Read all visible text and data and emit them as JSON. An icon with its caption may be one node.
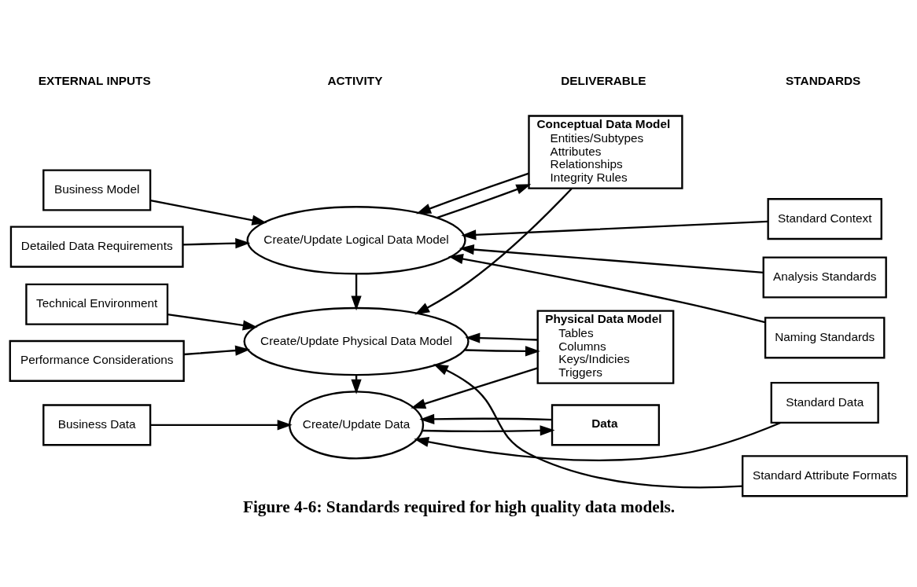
{
  "diagram": {
    "caption": "Figure 4-6: Standards required for high quality data models.",
    "nodes": [
      {
        "text": [
          "Business Model"
        ]
      },
      {
        "text": [
          "Detailed Data Requirements"
        ]
      },
      {
        "text": [
          "Technical Environment"
        ]
      },
      {
        "text": [
          "Performance Considerations"
        ]
      },
      {
        "text": [
          "Business Data"
        ]
      },
      {
        "text": [
          "Create/Update Logical Data Model"
        ]
      },
      {
        "text": [
          "Create/Update Physical Data Model"
        ]
      },
      {
        "text": [
          "Create/Update Data"
        ]
      },
      {
        "text": [
          "Conceptual Data Model",
          "Entities/Subtypes",
          "Attributes",
          "Relationships",
          "Integrity Rules"
        ]
      },
      {
        "text": [
          "Physical Data Model",
          "Tables",
          "Columns",
          "Keys/Indicies",
          "Triggers"
        ]
      },
      {
        "text": [
          "Data"
        ]
      },
      {
        "text": [
          "Standard Context"
        ]
      },
      {
        "text": [
          "Analysis Standards"
        ]
      },
      {
        "text": [
          "Naming Standards"
        ]
      },
      {
        "text": [
          "Standard Attribute Formats"
        ]
      },
      {
        "text": [
          "Standard Data"
        ]
      }
    ],
    "edges": [
      {
        "from": 0,
        "to": 5,
        "arrow": "to"
      },
      {
        "from": 1,
        "to": 5,
        "arrow": "to"
      },
      {
        "from": 11,
        "to": 5,
        "arrow": "to"
      },
      {
        "from": 12,
        "to": 5,
        "arrow": "to"
      },
      {
        "from": 13,
        "to": 5,
        "arrow": "to"
      },
      {
        "from": 8,
        "to": 5,
        "arrow": "to"
      },
      {
        "from": 5,
        "to": 8,
        "arrow": "to"
      },
      {
        "from": 5,
        "to": 6,
        "arrow": "to"
      },
      {
        "from": 8,
        "to": 6,
        "arrow": "to"
      },
      {
        "from": 2,
        "to": 6,
        "arrow": "to"
      },
      {
        "from": 3,
        "to": 6,
        "arrow": "to"
      },
      {
        "from": 14,
        "to": 6,
        "arrow": "to"
      },
      {
        "from": 9,
        "to": 6,
        "arrow": "to"
      },
      {
        "from": 6,
        "to": 9,
        "arrow": "to"
      },
      {
        "from": 6,
        "to": 7,
        "arrow": "to"
      },
      {
        "from": 9,
        "to": 7,
        "arrow": "to"
      },
      {
        "from": 4,
        "to": 7,
        "arrow": "to"
      },
      {
        "from": 15,
        "to": 7,
        "arrow": "to"
      },
      {
        "from": 10,
        "to": 7,
        "arrow": "to"
      },
      {
        "from": 7,
        "to": 10,
        "arrow": "to"
      }
    ],
    "labels": [
      "EXTERNAL INPUTS",
      "ACTIVITY",
      "DELIVERABLE",
      "STANDARDS"
    ]
  }
}
